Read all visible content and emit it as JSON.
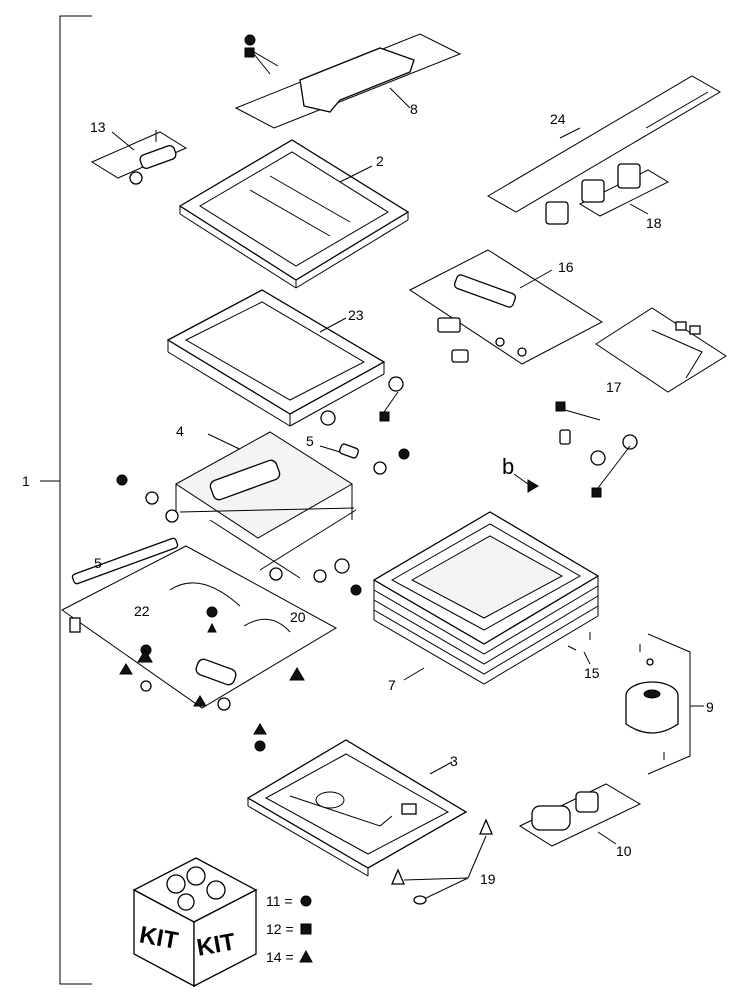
{
  "callouts": {
    "c1": "1",
    "c2": "2",
    "c3": "3",
    "c4": "4",
    "c5a": "5",
    "c5b": "5",
    "c7": "7",
    "c8": "8",
    "c9": "9",
    "c10": "10",
    "c13": "13",
    "c15": "15",
    "c16": "16",
    "c17": "17",
    "c18": "18",
    "c19": "19",
    "c20": "20",
    "c22": "22",
    "c23": "23",
    "c24": "24",
    "cb": "b"
  },
  "kit": {
    "label_left": "KIT",
    "label_right": "KIT"
  },
  "legend": [
    {
      "label": "11 =",
      "symbol": "circle"
    },
    {
      "label": "12 =",
      "symbol": "square"
    },
    {
      "label": "14 =",
      "symbol": "triangle"
    }
  ]
}
